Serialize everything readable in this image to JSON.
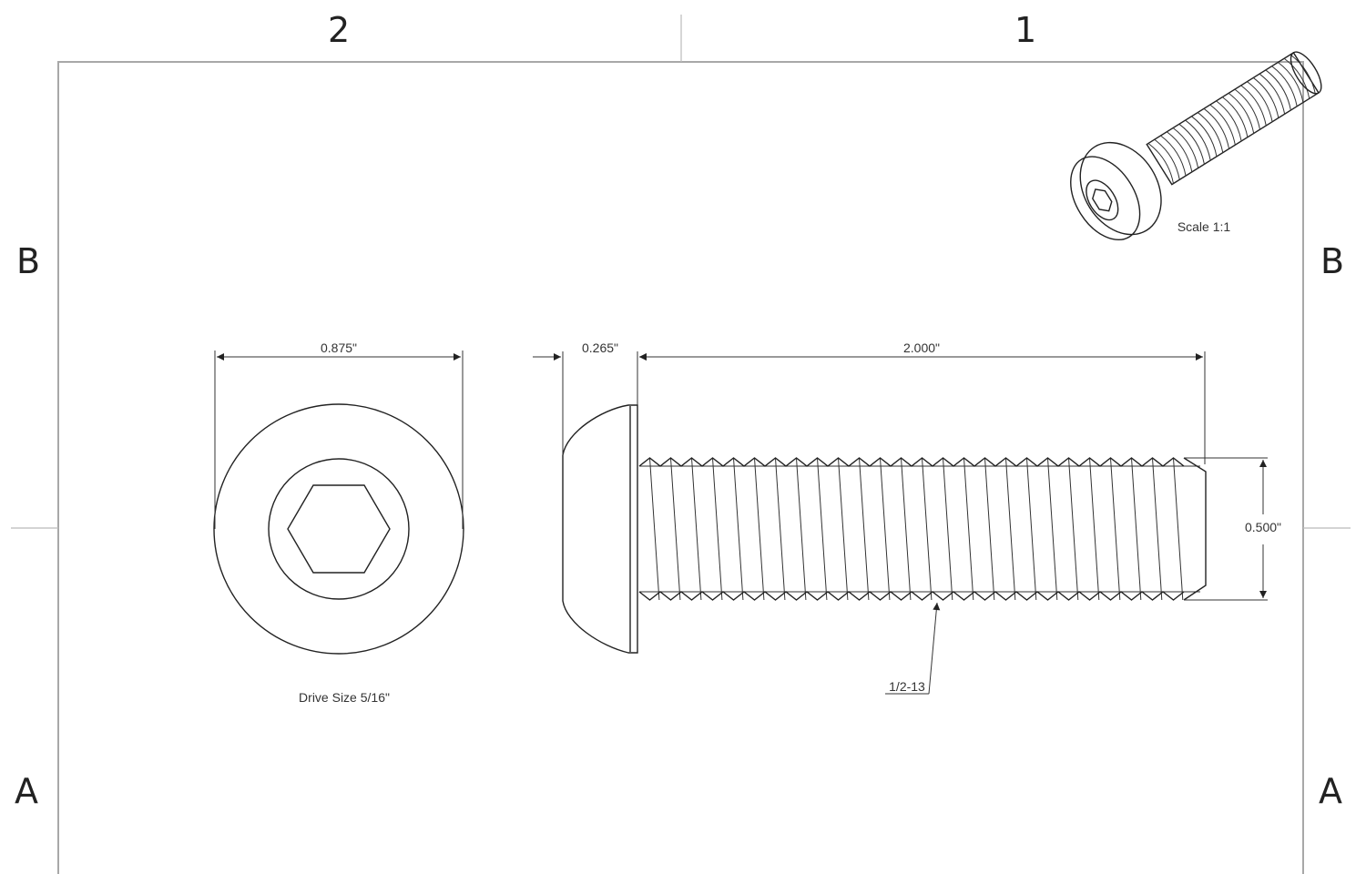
{
  "zones": {
    "top_left": "2",
    "top_right": "1",
    "left_upper": "B",
    "right_upper": "B",
    "left_lower": "A",
    "right_lower": "A"
  },
  "dimensions": {
    "head_diameter": "0.875\"",
    "head_height": "0.265\"",
    "length": "2.000\"",
    "thread_diameter": "0.500\"",
    "thread_spec": "1/2-13"
  },
  "notes": {
    "drive_size": "Drive Size 5/16\"",
    "scale": "Scale 1:1"
  }
}
